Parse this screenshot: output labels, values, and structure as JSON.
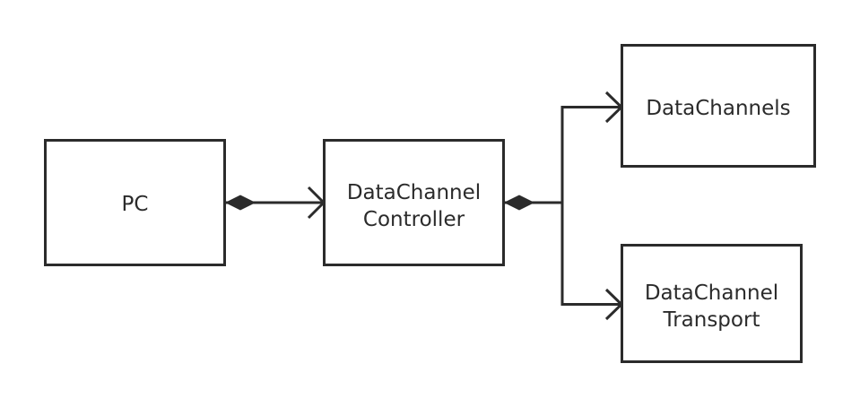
{
  "diagram": {
    "nodes": {
      "pc": {
        "label": "PC"
      },
      "controller": {
        "line1": "DataChannel",
        "line2": "Controller"
      },
      "channels": {
        "label": "DataChannels"
      },
      "transport": {
        "line1": "DataChannel",
        "line2": "Transport"
      }
    },
    "edges": [
      {
        "from": "PC",
        "to": "DataChannel Controller",
        "source_end": "filled-diamond",
        "target_end": "open-arrow"
      },
      {
        "from": "DataChannel Controller",
        "to": "DataChannels",
        "source_end": "filled-diamond",
        "target_end": "open-arrow"
      },
      {
        "from": "DataChannel Controller",
        "to": "DataChannel Transport",
        "source_end": "filled-diamond",
        "target_end": "open-arrow"
      }
    ],
    "colors": {
      "stroke": "#2b2b2b",
      "background": "#ffffff"
    }
  }
}
